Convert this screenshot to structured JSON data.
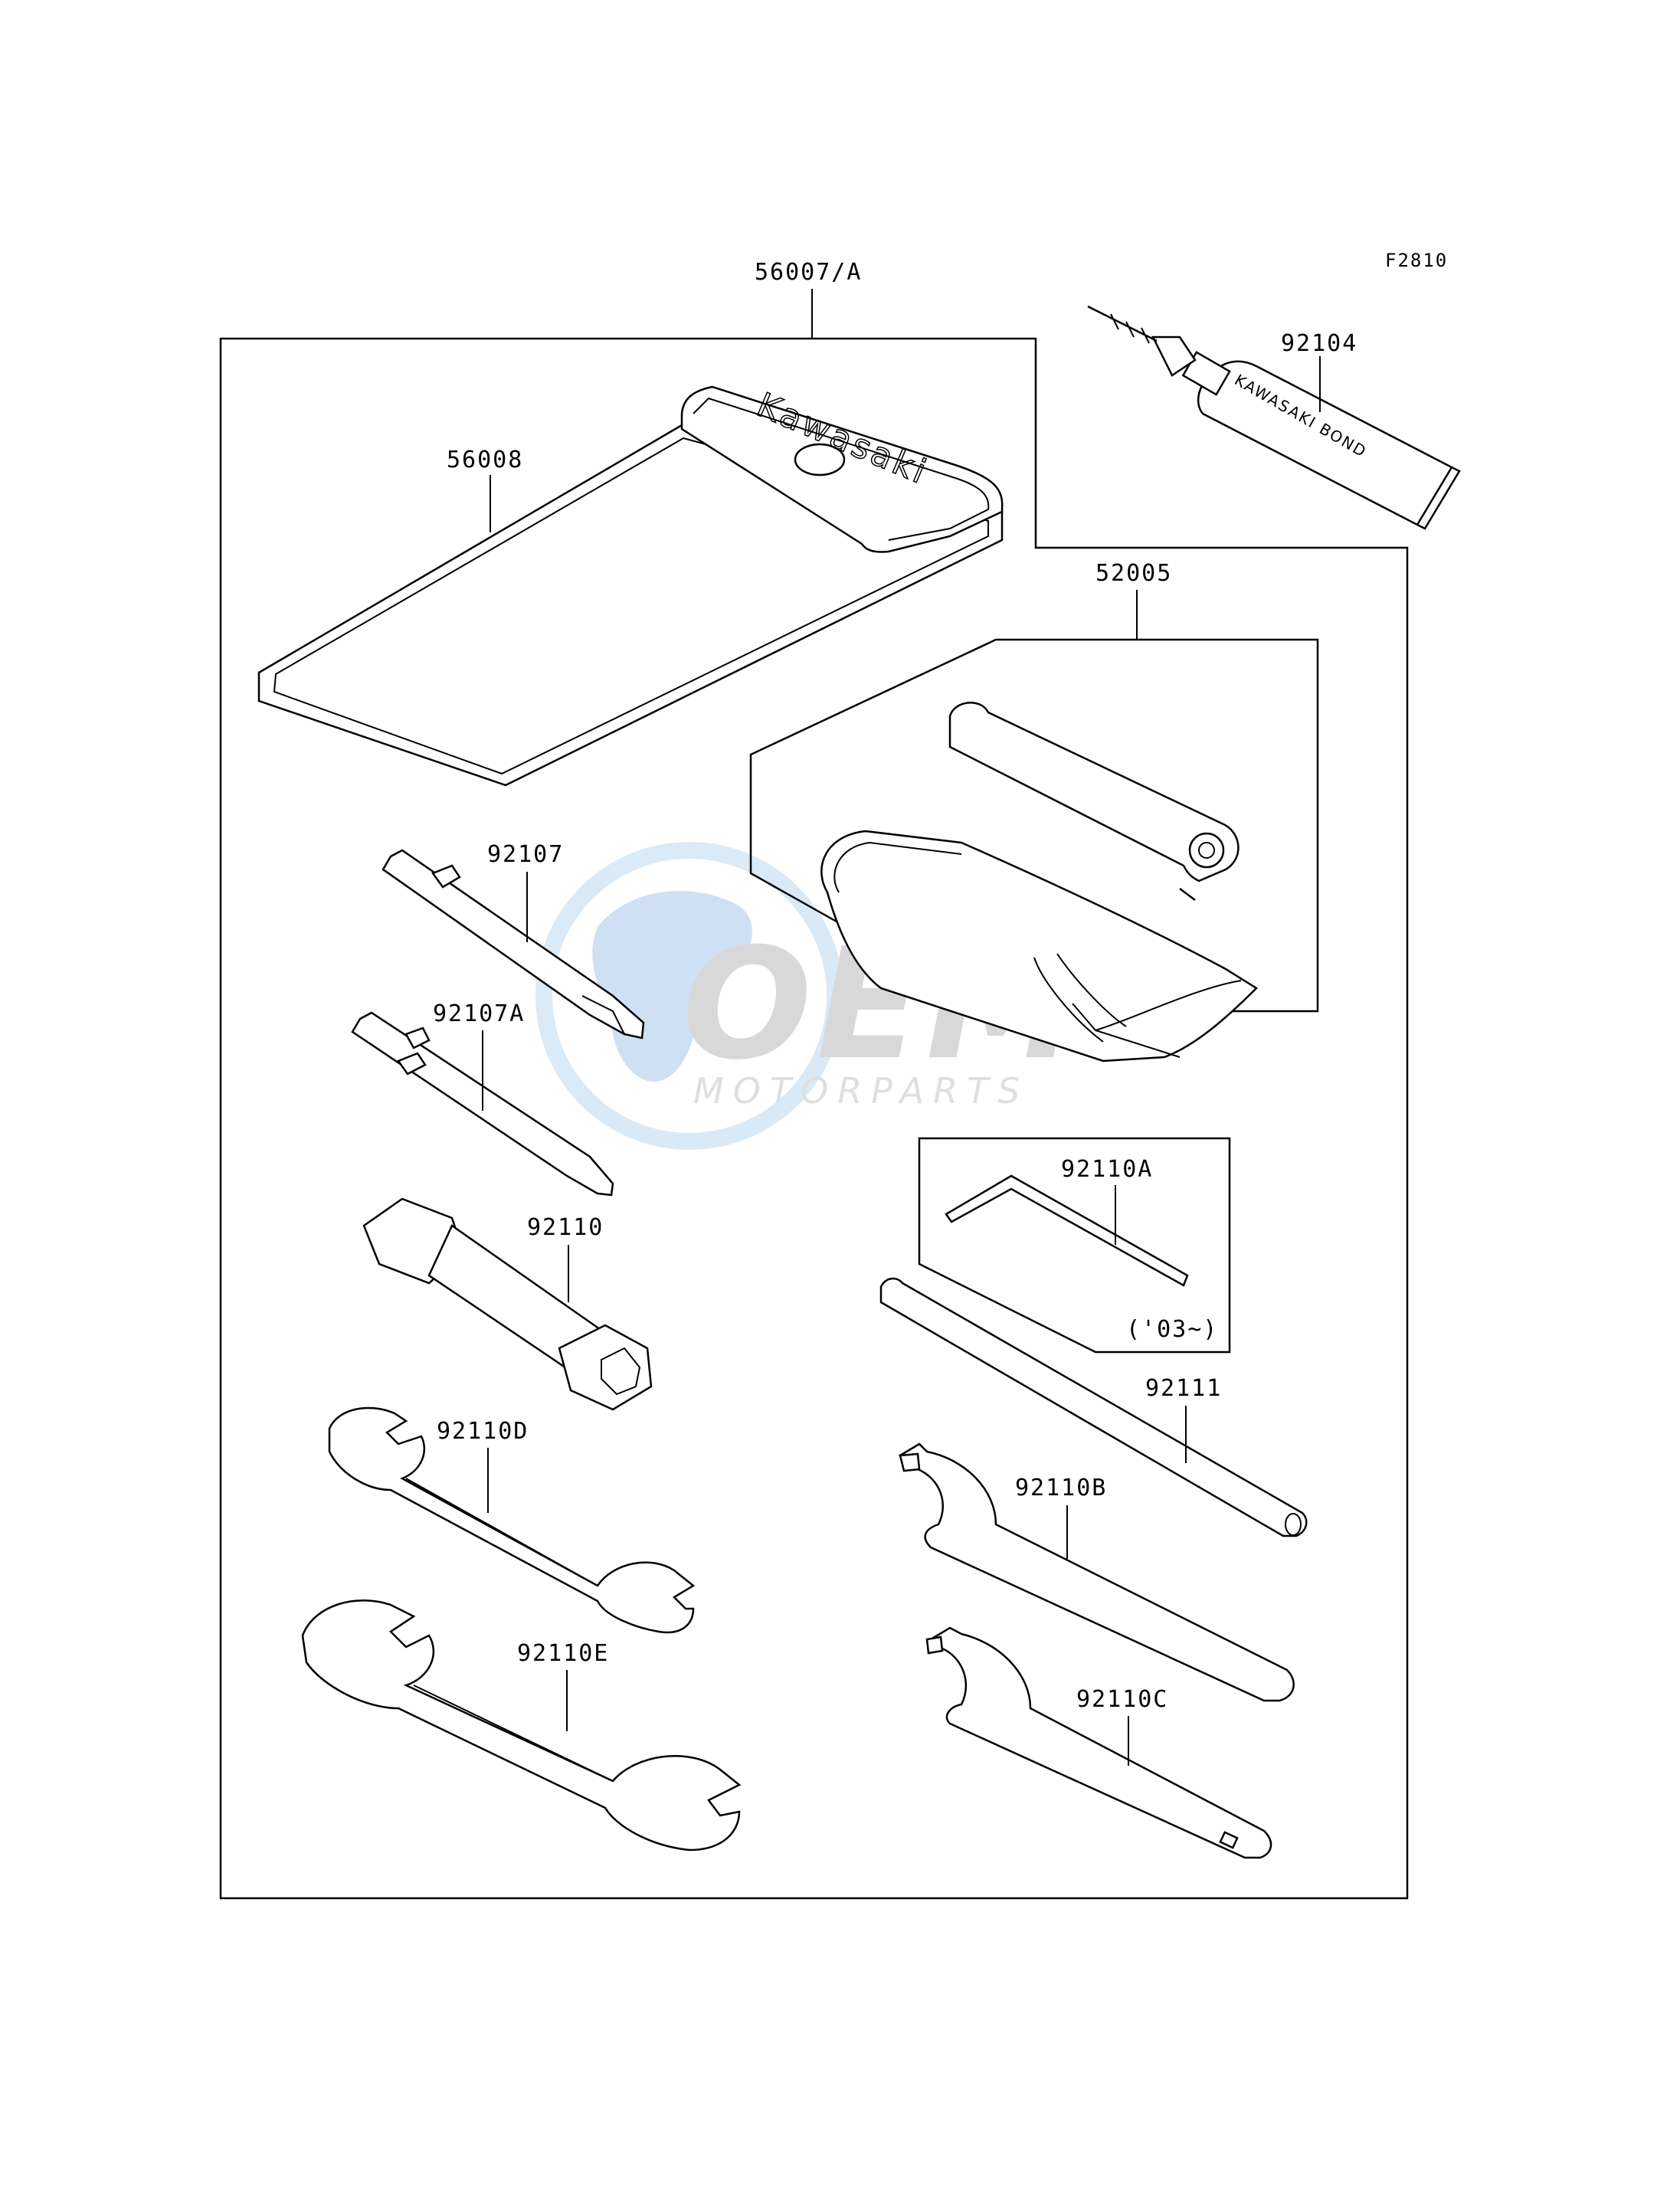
{
  "figure_code": "F2810",
  "brand_text": "Kawasaki",
  "tube_text": "KAWASAKI BOND",
  "watermark": {
    "logo_text": "OEM",
    "sub_text": "MOTORPARTS"
  },
  "parts": [
    {
      "key": "kit",
      "number": "56007/A"
    },
    {
      "key": "pouch",
      "number": "56008"
    },
    {
      "key": "bond",
      "number": "92104"
    },
    {
      "key": "tire_gauge",
      "number": "52005"
    },
    {
      "key": "screwdriver",
      "number": "92107"
    },
    {
      "key": "screwdriver_a",
      "number": "92107A"
    },
    {
      "key": "plug_wrench",
      "number": "92110"
    },
    {
      "key": "hex_wrench",
      "number": "92110A"
    },
    {
      "key": "hex_wrench_note",
      "number": "('03~)"
    },
    {
      "key": "bar",
      "number": "92111"
    },
    {
      "key": "spanner_d",
      "number": "92110D"
    },
    {
      "key": "spanner_e",
      "number": "92110E"
    },
    {
      "key": "hook_wrench_b",
      "number": "92110B"
    },
    {
      "key": "hook_wrench_c",
      "number": "92110C"
    }
  ]
}
